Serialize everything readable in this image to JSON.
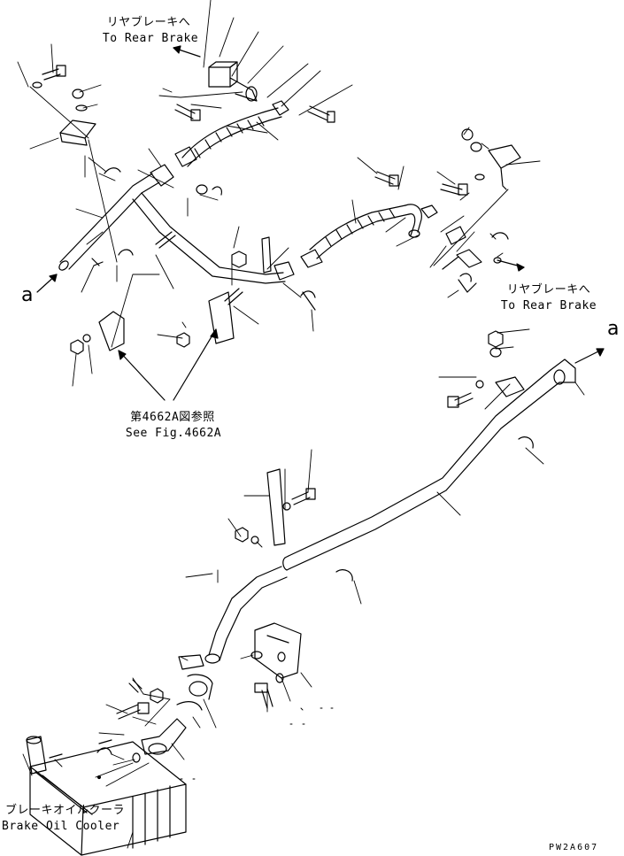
{
  "labels": {
    "rear_brake_top_jp": "リヤブレーキへ",
    "rear_brake_top_en": "To Rear Brake",
    "rear_brake_right_jp": "リヤブレーキへ",
    "rear_brake_right_en": "To Rear Brake",
    "see_fig_jp": "第4662A図参照",
    "see_fig_en": "See Fig.4662A",
    "cooler_jp": "ブレーキオイルクーラ",
    "cooler_en": "Brake Oil Cooler",
    "marker_left": "a",
    "marker_right": "a",
    "drawing_code": "PW2A607"
  }
}
